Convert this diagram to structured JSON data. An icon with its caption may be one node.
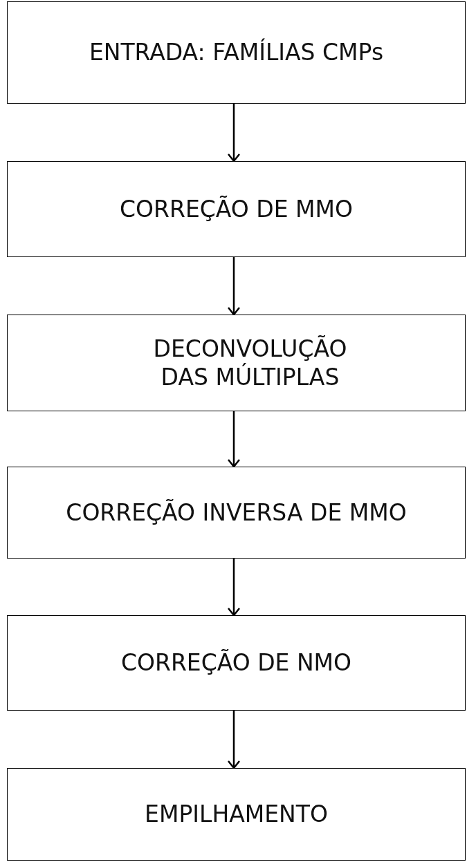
{
  "diagram": {
    "nodes": [
      {
        "text": [
          "ENTRADA: FAMÍLIAS CMPs"
        ]
      },
      {
        "text": [
          "CORREÇÃO DE MMO"
        ]
      },
      {
        "text": [
          "DECONVOLUÇÃO DAS MÚLTIPLAS"
        ]
      },
      {
        "text": [
          "CORREÇÃO INVERSA DE MMO"
        ]
      },
      {
        "text": [
          "CORREÇÃO DE NMO"
        ]
      },
      {
        "text": [
          "EMPILHAMENTO"
        ]
      }
    ],
    "edges": [
      {
        "from": 0,
        "to": 1,
        "arrow": "to"
      },
      {
        "from": 1,
        "to": 2,
        "arrow": "to"
      },
      {
        "from": 2,
        "to": 3,
        "arrow": "to"
      },
      {
        "from": 3,
        "to": 4,
        "arrow": "to"
      },
      {
        "from": 4,
        "to": 5,
        "arrow": "to"
      }
    ]
  }
}
